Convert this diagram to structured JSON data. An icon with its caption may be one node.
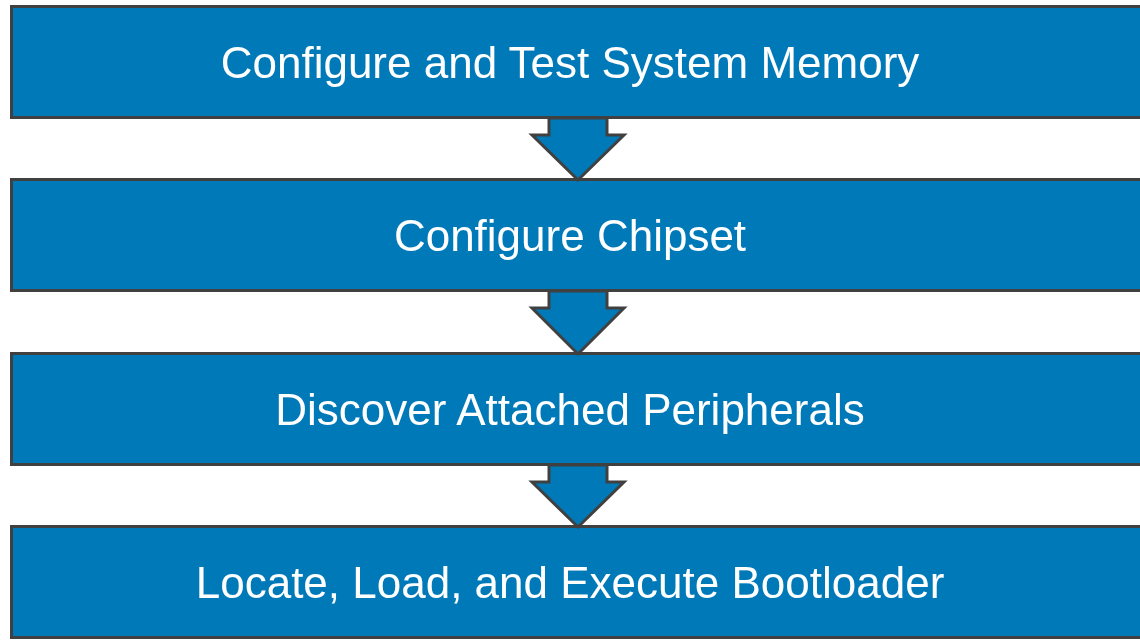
{
  "diagram": {
    "nodes": [
      {
        "text": [
          "Configure and Test System Memory"
        ]
      },
      {
        "text": [
          "Configure Chipset"
        ]
      },
      {
        "text": [
          "Discover Attached Peripherals"
        ]
      },
      {
        "text": [
          "Locate, Load, and Execute Bootloader"
        ]
      }
    ],
    "edges": [
      {
        "from": 0,
        "to": 1,
        "arrow": "to"
      },
      {
        "from": 1,
        "to": 2,
        "arrow": "to"
      },
      {
        "from": 2,
        "to": 3,
        "arrow": "to"
      }
    ]
  }
}
